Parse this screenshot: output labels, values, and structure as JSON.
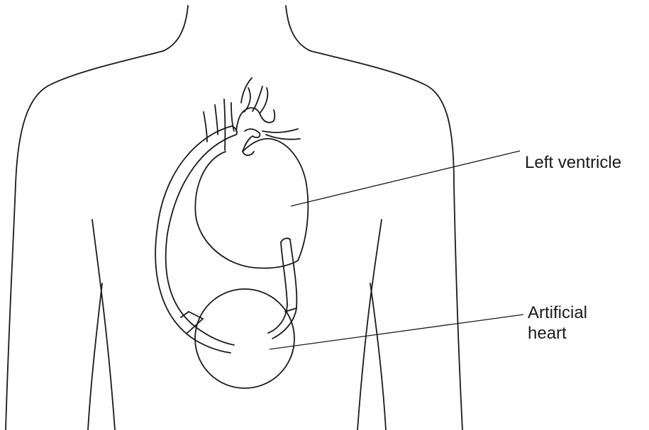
{
  "labels": {
    "left_ventricle": "Left ventricle",
    "artificial_heart_line1": "Artificial",
    "artificial_heart_line2": "heart"
  },
  "colors": {
    "line": "#1a1a1a",
    "background": "#ffffff"
  }
}
